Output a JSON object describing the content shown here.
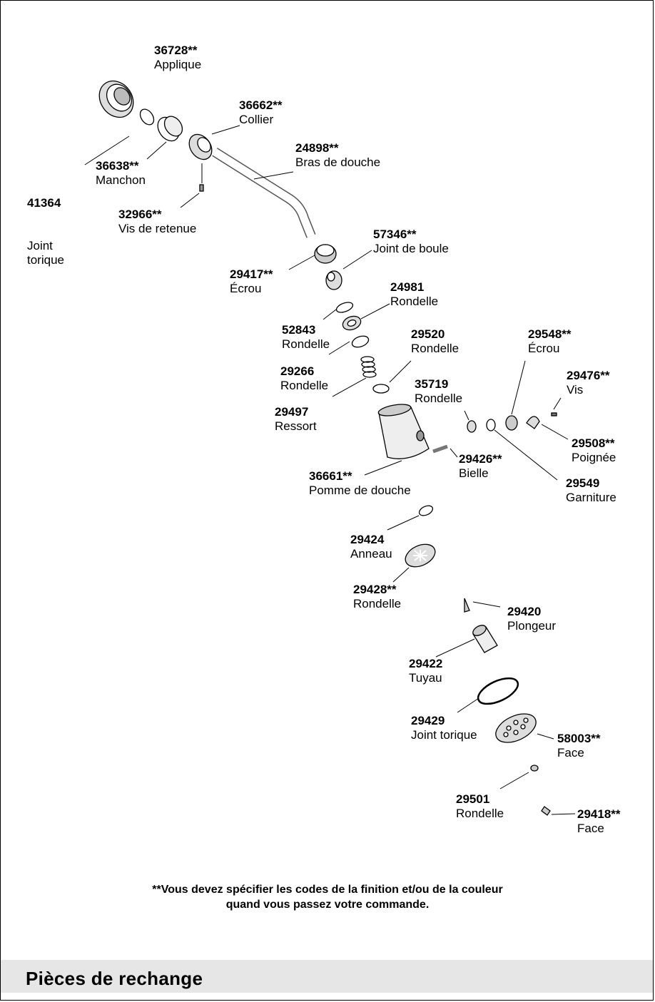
{
  "parts": [
    {
      "id": "p36728",
      "number": "36728**",
      "name": "Applique"
    },
    {
      "id": "p41364",
      "number": "41364",
      "name": "Joint\ntorique"
    },
    {
      "id": "p36638",
      "number": "36638**",
      "name": "Manchon"
    },
    {
      "id": "p36662",
      "number": "36662**",
      "name": "Collier"
    },
    {
      "id": "p32966",
      "number": "32966**",
      "name": "Vis de retenue"
    },
    {
      "id": "p24898",
      "number": "24898**",
      "name": "Bras de douche"
    },
    {
      "id": "p57346",
      "number": "57346**",
      "name": "Joint de boule"
    },
    {
      "id": "p29417",
      "number": "29417**",
      "name": "Écrou"
    },
    {
      "id": "p24981",
      "number": "24981",
      "name": "Rondelle"
    },
    {
      "id": "p52843",
      "number": "52843",
      "name": "Rondelle"
    },
    {
      "id": "p29520",
      "number": "29520",
      "name": "Rondelle"
    },
    {
      "id": "p29266",
      "number": "29266",
      "name": "Rondelle"
    },
    {
      "id": "p29548",
      "number": "29548**",
      "name": "Écrou"
    },
    {
      "id": "p29476",
      "number": "29476**",
      "name": "Vis"
    },
    {
      "id": "p35719",
      "number": "35719",
      "name": "Rondelle"
    },
    {
      "id": "p29497",
      "number": "29497",
      "name": "Ressort"
    },
    {
      "id": "p29508",
      "number": "29508**",
      "name": "Poignée"
    },
    {
      "id": "p29426",
      "number": "29426**",
      "name": "Bielle"
    },
    {
      "id": "p36661",
      "number": "36661**",
      "name": "Pomme de douche"
    },
    {
      "id": "p29549",
      "number": "29549",
      "name": "Garniture"
    },
    {
      "id": "p29424",
      "number": "29424",
      "name": "Anneau"
    },
    {
      "id": "p29428",
      "number": "29428**",
      "name": "Rondelle"
    },
    {
      "id": "p29420",
      "number": "29420",
      "name": "Plongeur"
    },
    {
      "id": "p29422",
      "number": "29422",
      "name": "Tuyau"
    },
    {
      "id": "p29429",
      "number": "29429",
      "name": "Joint torique"
    },
    {
      "id": "p58003",
      "number": "58003**",
      "name": "Face"
    },
    {
      "id": "p29501",
      "number": "29501",
      "name": "Rondelle"
    },
    {
      "id": "p29418",
      "number": "29418**",
      "name": "Face"
    }
  ],
  "note_line1": "**Vous devez spécifier les codes de la finition et/ou de la couleur",
  "note_line2": "quand vous passez votre commande.",
  "section_title": "Pièces de rechange"
}
